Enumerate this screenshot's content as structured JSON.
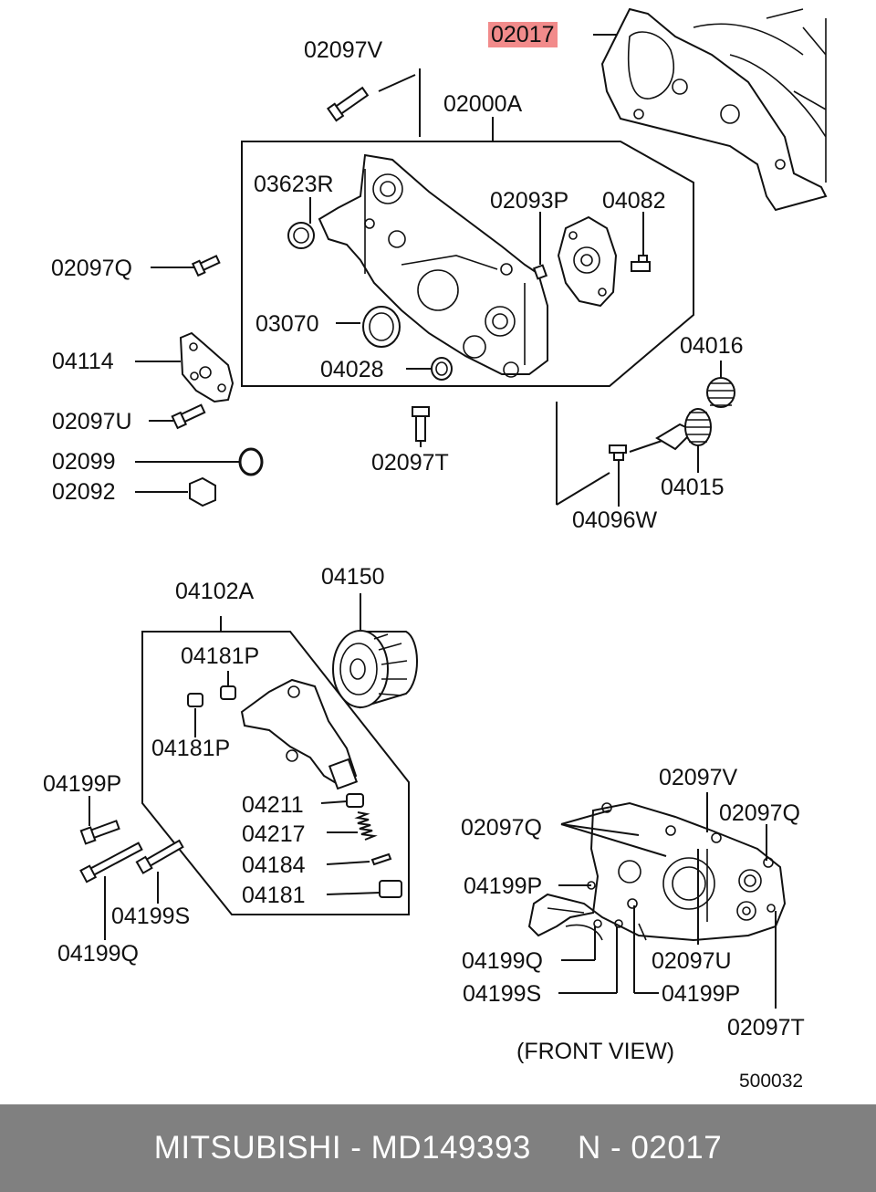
{
  "labels": {
    "l02017": "02017",
    "l02097V_top": "02097V",
    "l02000A": "02000A",
    "l03623R": "03623R",
    "l02093P": "02093P",
    "l04082": "04082",
    "l02097Q_left": "02097Q",
    "l03070": "03070",
    "l04028": "04028",
    "l04114": "04114",
    "l04016": "04016",
    "l02097U_left": "02097U",
    "l02099": "02099",
    "l02097T_mid": "02097T",
    "l04015": "04015",
    "l02092": "02092",
    "l04096W": "04096W",
    "l04102A": "04102A",
    "l04150": "04150",
    "l04181P_a": "04181P",
    "l04181P_b": "04181P",
    "l04199P_left": "04199P",
    "l04211": "04211",
    "l04217": "04217",
    "l04184": "04184",
    "l04181": "04181",
    "l04199S_left": "04199S",
    "l04199Q_left": "04199Q",
    "l02097V_fv": "02097V",
    "l02097Q_fv_left": "02097Q",
    "l02097Q_fv_right": "02097Q",
    "l04199P_fv_top": "04199P",
    "l04199Q_fv": "04199Q",
    "l02097U_fv": "02097U",
    "l04199S_fv": "04199S",
    "l04199P_fv_bottom": "04199P",
    "l02097T_fv": "02097T",
    "front_view": "(FRONT  VIEW)",
    "diagram_no": "500032"
  },
  "footer": {
    "brand": "MITSUBISHI",
    "sep1": " - ",
    "part_number": "MD149393",
    "gap": "     ",
    "ref_prefix": "N",
    "sep2": " - ",
    "ref_code": "02017"
  },
  "colors": {
    "highlight": "#f28b8b",
    "footer_bg": "#808080",
    "footer_text": "#ffffff",
    "ink": "#111111"
  }
}
